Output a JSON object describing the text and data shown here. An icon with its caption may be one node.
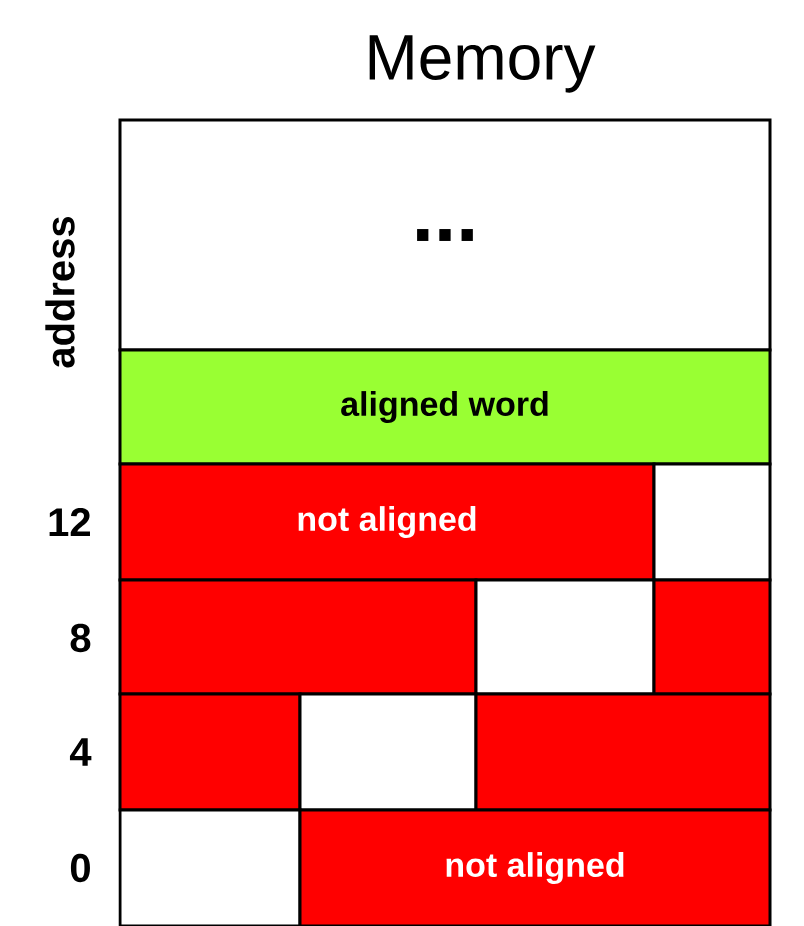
{
  "diagram": {
    "title": "Memory",
    "nodes": [
      {
        "text": [
          "..."
        ]
      },
      {
        "text": [
          "aligned word"
        ]
      },
      {
        "text": [
          "not aligned"
        ]
      },
      {
        "text": [],
        "shape": "box"
      },
      {
        "text": [],
        "shape": "box"
      },
      {
        "text": [],
        "shape": "box"
      },
      {
        "text": [],
        "shape": "box"
      },
      {
        "text": [],
        "shape": "box"
      },
      {
        "text": [],
        "shape": "box"
      },
      {
        "text": [],
        "shape": "box"
      },
      {
        "text": [],
        "shape": "box"
      },
      {
        "text": [
          "not aligned"
        ]
      }
    ],
    "labels": [
      "address",
      "12",
      "8",
      "4",
      "0"
    ]
  }
}
